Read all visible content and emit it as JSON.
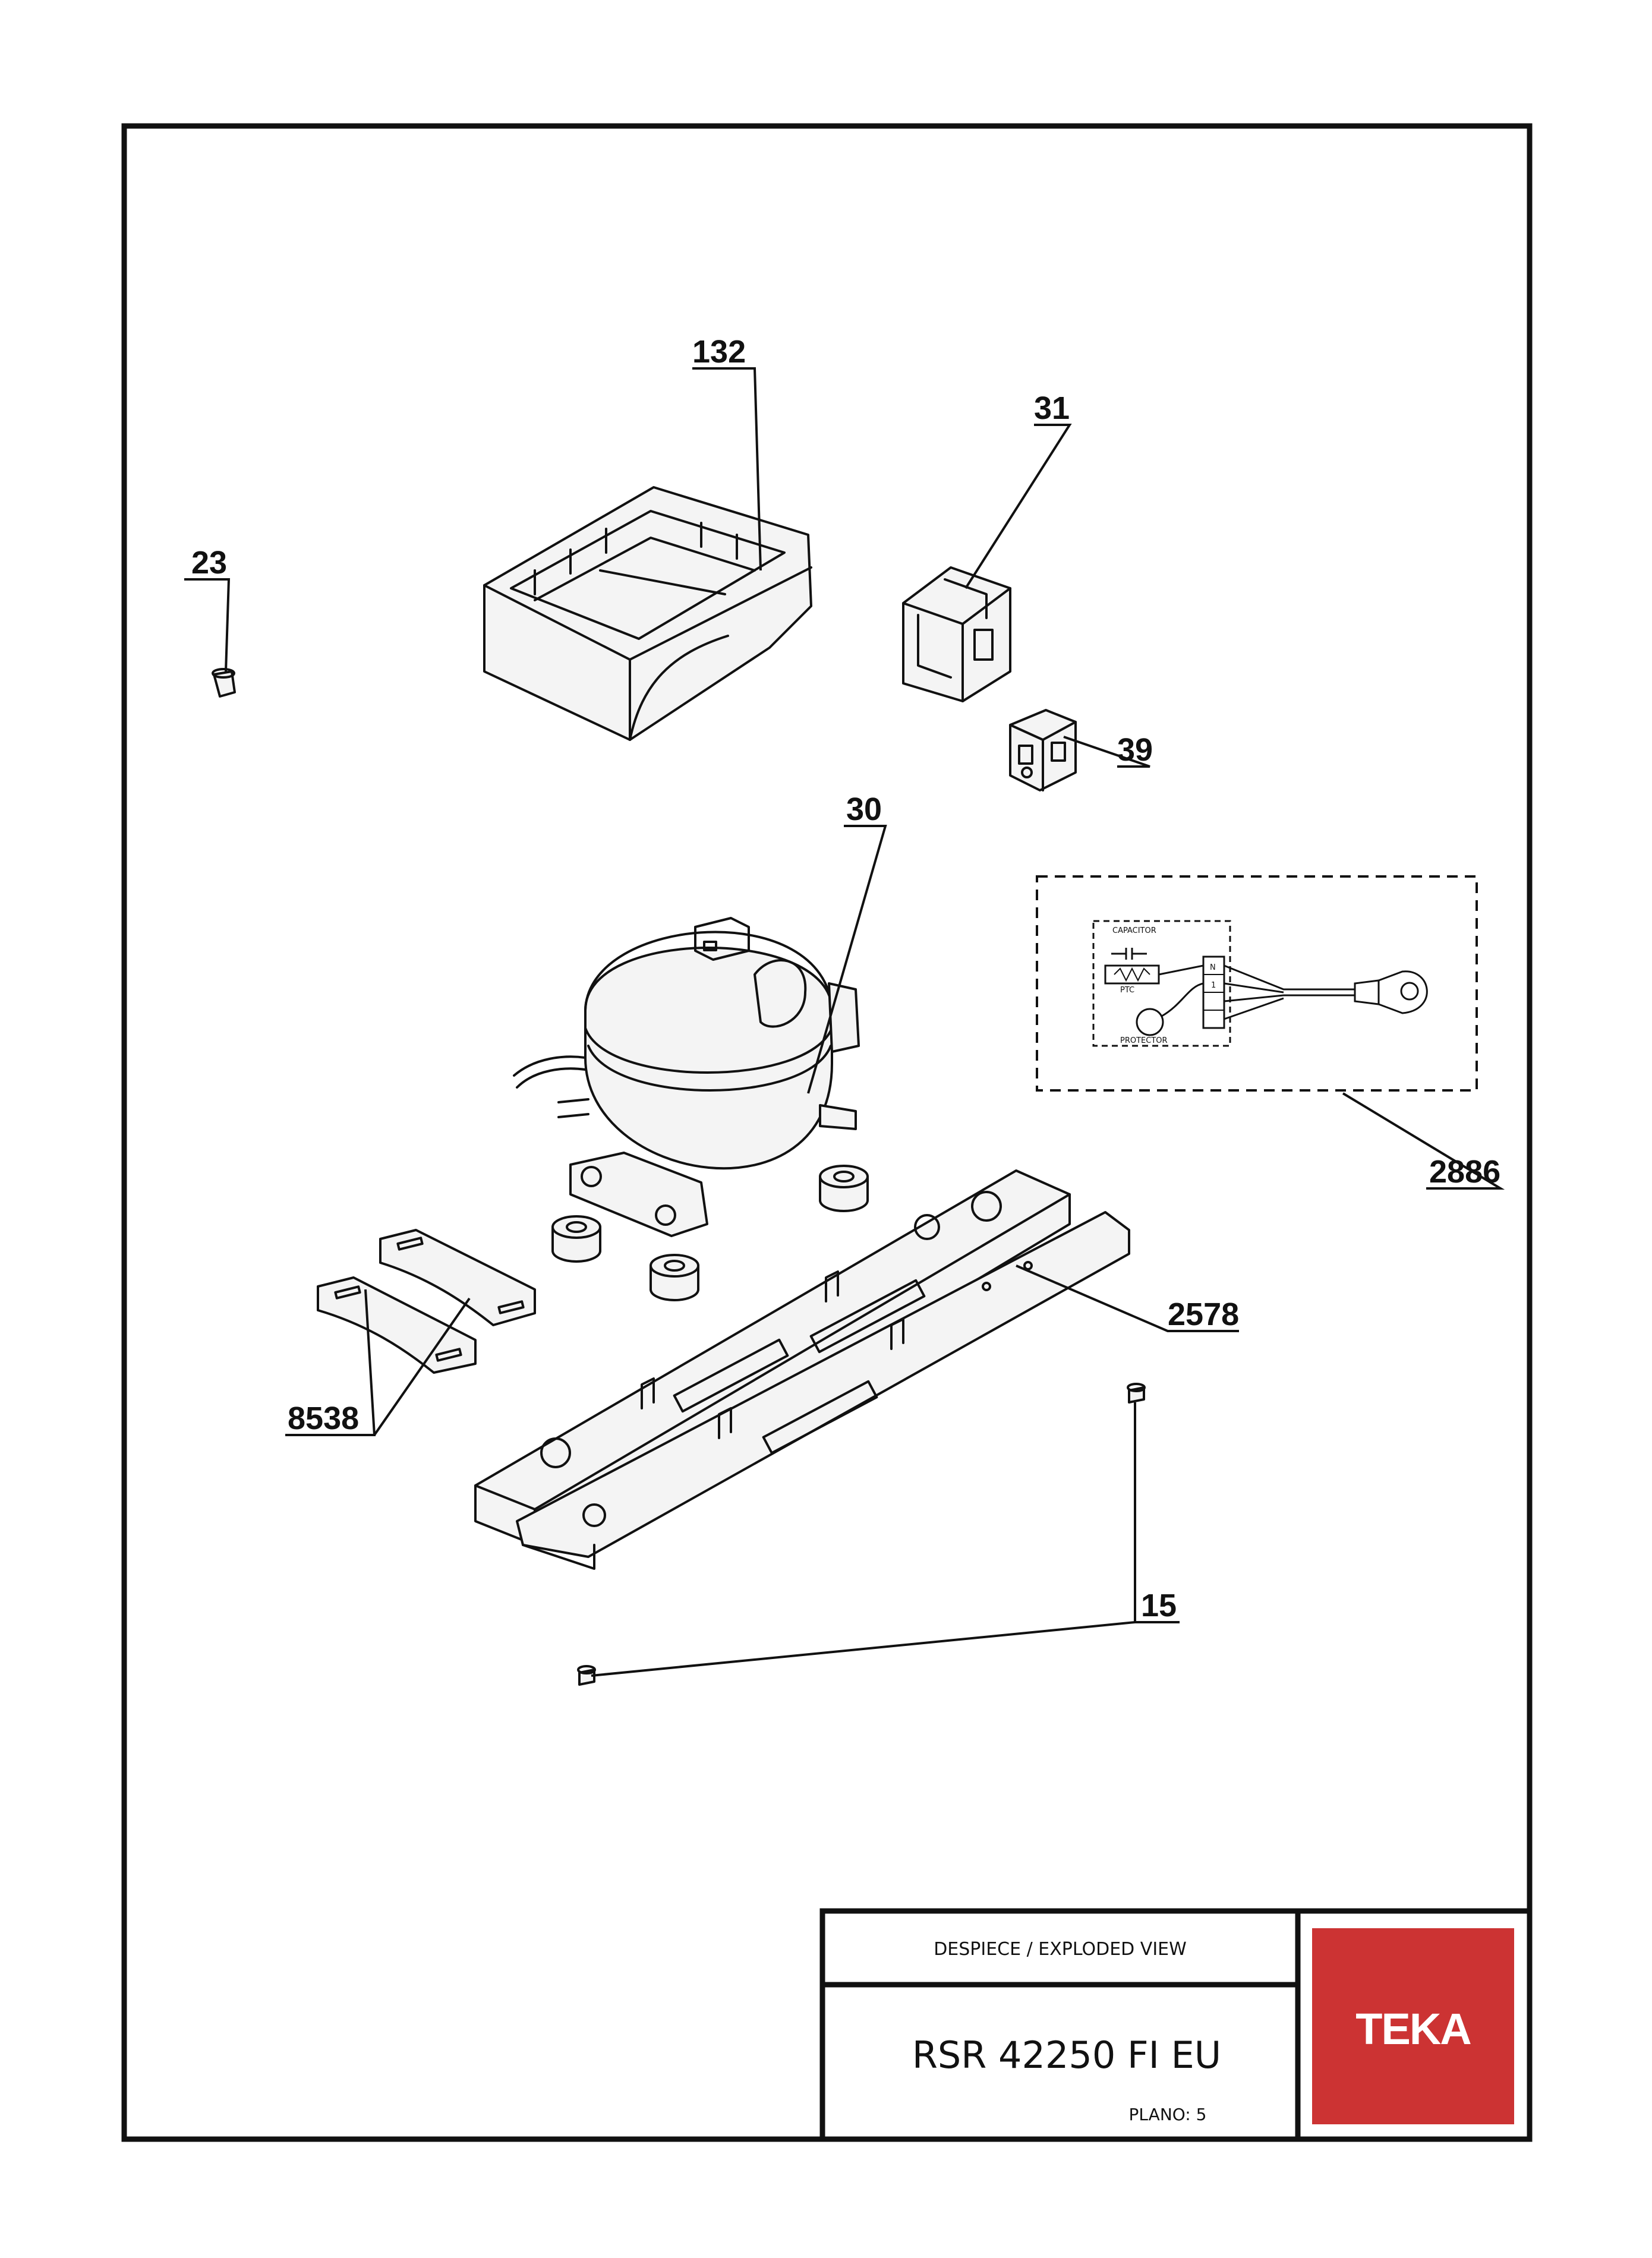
{
  "callouts": {
    "c132": "132",
    "c31": "31",
    "c23": "23",
    "c39": "39",
    "c30": "30",
    "c2886": "2886",
    "c2578": "2578",
    "c8538": "8538",
    "c15": "15"
  },
  "wiring": {
    "capacitor": "CAPACITOR",
    "ptc": "PTC",
    "protector": "PROTECTOR",
    "terminal_n": "N",
    "terminal_1": "1"
  },
  "title_block": {
    "header": "DESPIECE / EXPLODED VIEW",
    "model": "RSR 42250 FI EU",
    "plano": "PLANO: 5"
  },
  "brand": {
    "logo": "TEKA",
    "color": "#cc3333"
  }
}
